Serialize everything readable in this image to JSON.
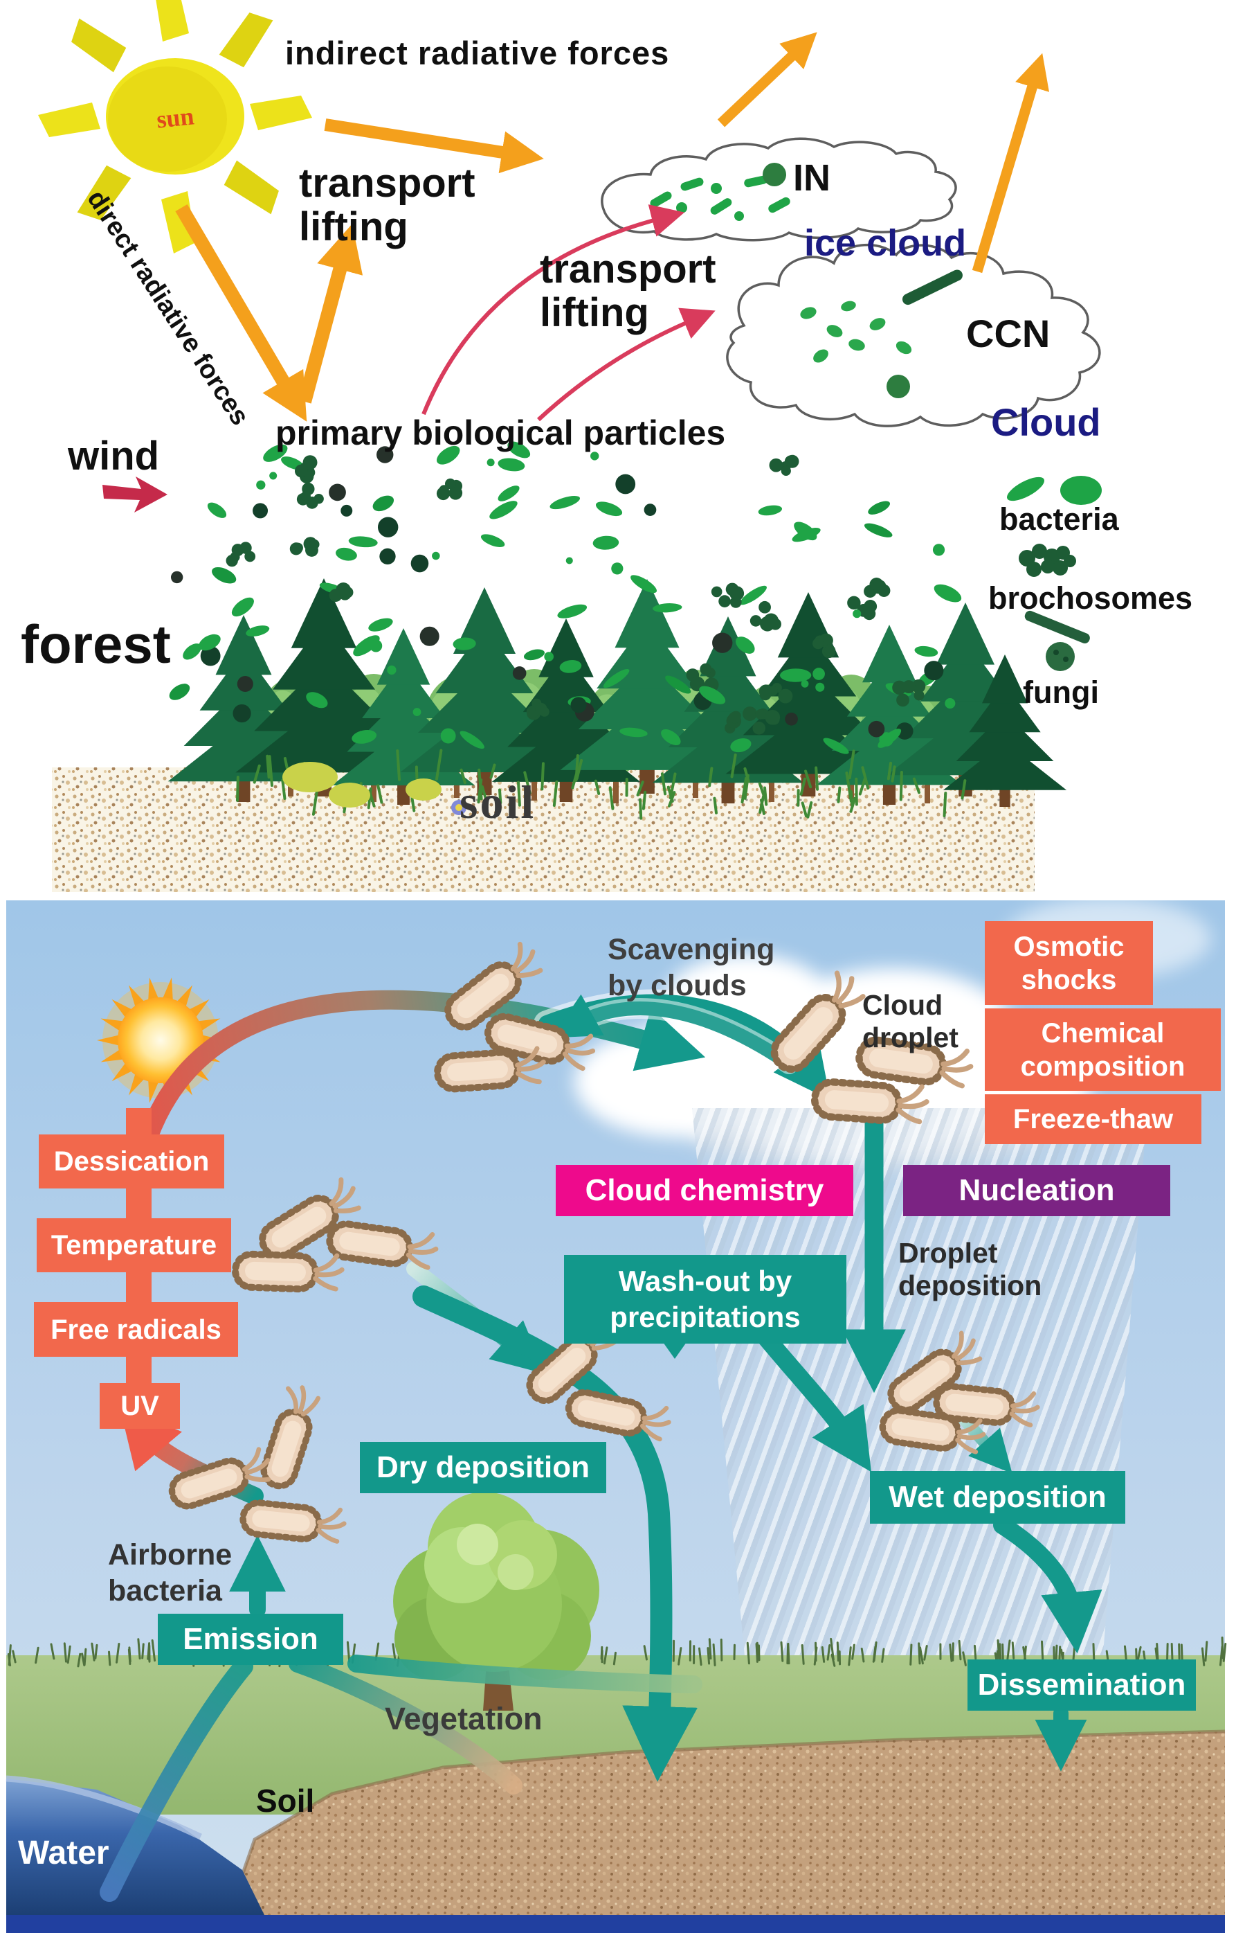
{
  "top_panel": {
    "sun_label": "sun",
    "indirect_label": "indirect radiative forces",
    "direct_label": "direct radiative forces",
    "transport_lifting_1": "transport\nlifting",
    "transport_lifting_2": "transport\nlifting",
    "wind_label": "wind",
    "primary_label": "primary biological particles",
    "in_label": "IN",
    "ice_cloud_label": "ice cloud",
    "ccn_label": "CCN",
    "cloud_label": "Cloud",
    "forest_label": "forest",
    "soil_label": "soil",
    "legend": {
      "bacteria": "bacteria",
      "brochosomes": "brochosomes",
      "fungi": "fungi"
    }
  },
  "bottom_panel": {
    "scavenging_label": "Scavenging\nby clouds",
    "cloud_droplet_label": "Cloud\ndroplet",
    "droplet_deposition_label": "Droplet\ndeposition",
    "airborne_label": "Airborne\nbacteria",
    "vegetation_label": "Vegetation",
    "soil_label": "Soil",
    "water_label": "Water",
    "boxes": {
      "osmotic": "Osmotic\nshocks",
      "chemical": "Chemical\ncomposition",
      "freeze_thaw": "Freeze-thaw",
      "cloud_chemistry": "Cloud chemistry",
      "nucleation": "Nucleation",
      "washout": "Wash-out by\nprecipitations",
      "dry_deposition": "Dry deposition",
      "wet_deposition": "Wet deposition",
      "dissemination": "Dissemination",
      "emission": "Emission",
      "dessication": "Dessication",
      "temperature": "Temperature",
      "free_radicals": "Free radicals",
      "uv": "UV"
    }
  },
  "colors": {
    "teal_box": "#12988b",
    "orange_box": "#f2684c",
    "magenta_box": "#ee0a8c",
    "purple_box": "#7b2383",
    "navy_text": "#1b1b82",
    "orange_arrow": "#f4a01c",
    "red_arrow": "#d93b5c",
    "green_particle": "#1ea446",
    "sky": "#a9cce9",
    "bottom_bar": "#2140a0"
  }
}
